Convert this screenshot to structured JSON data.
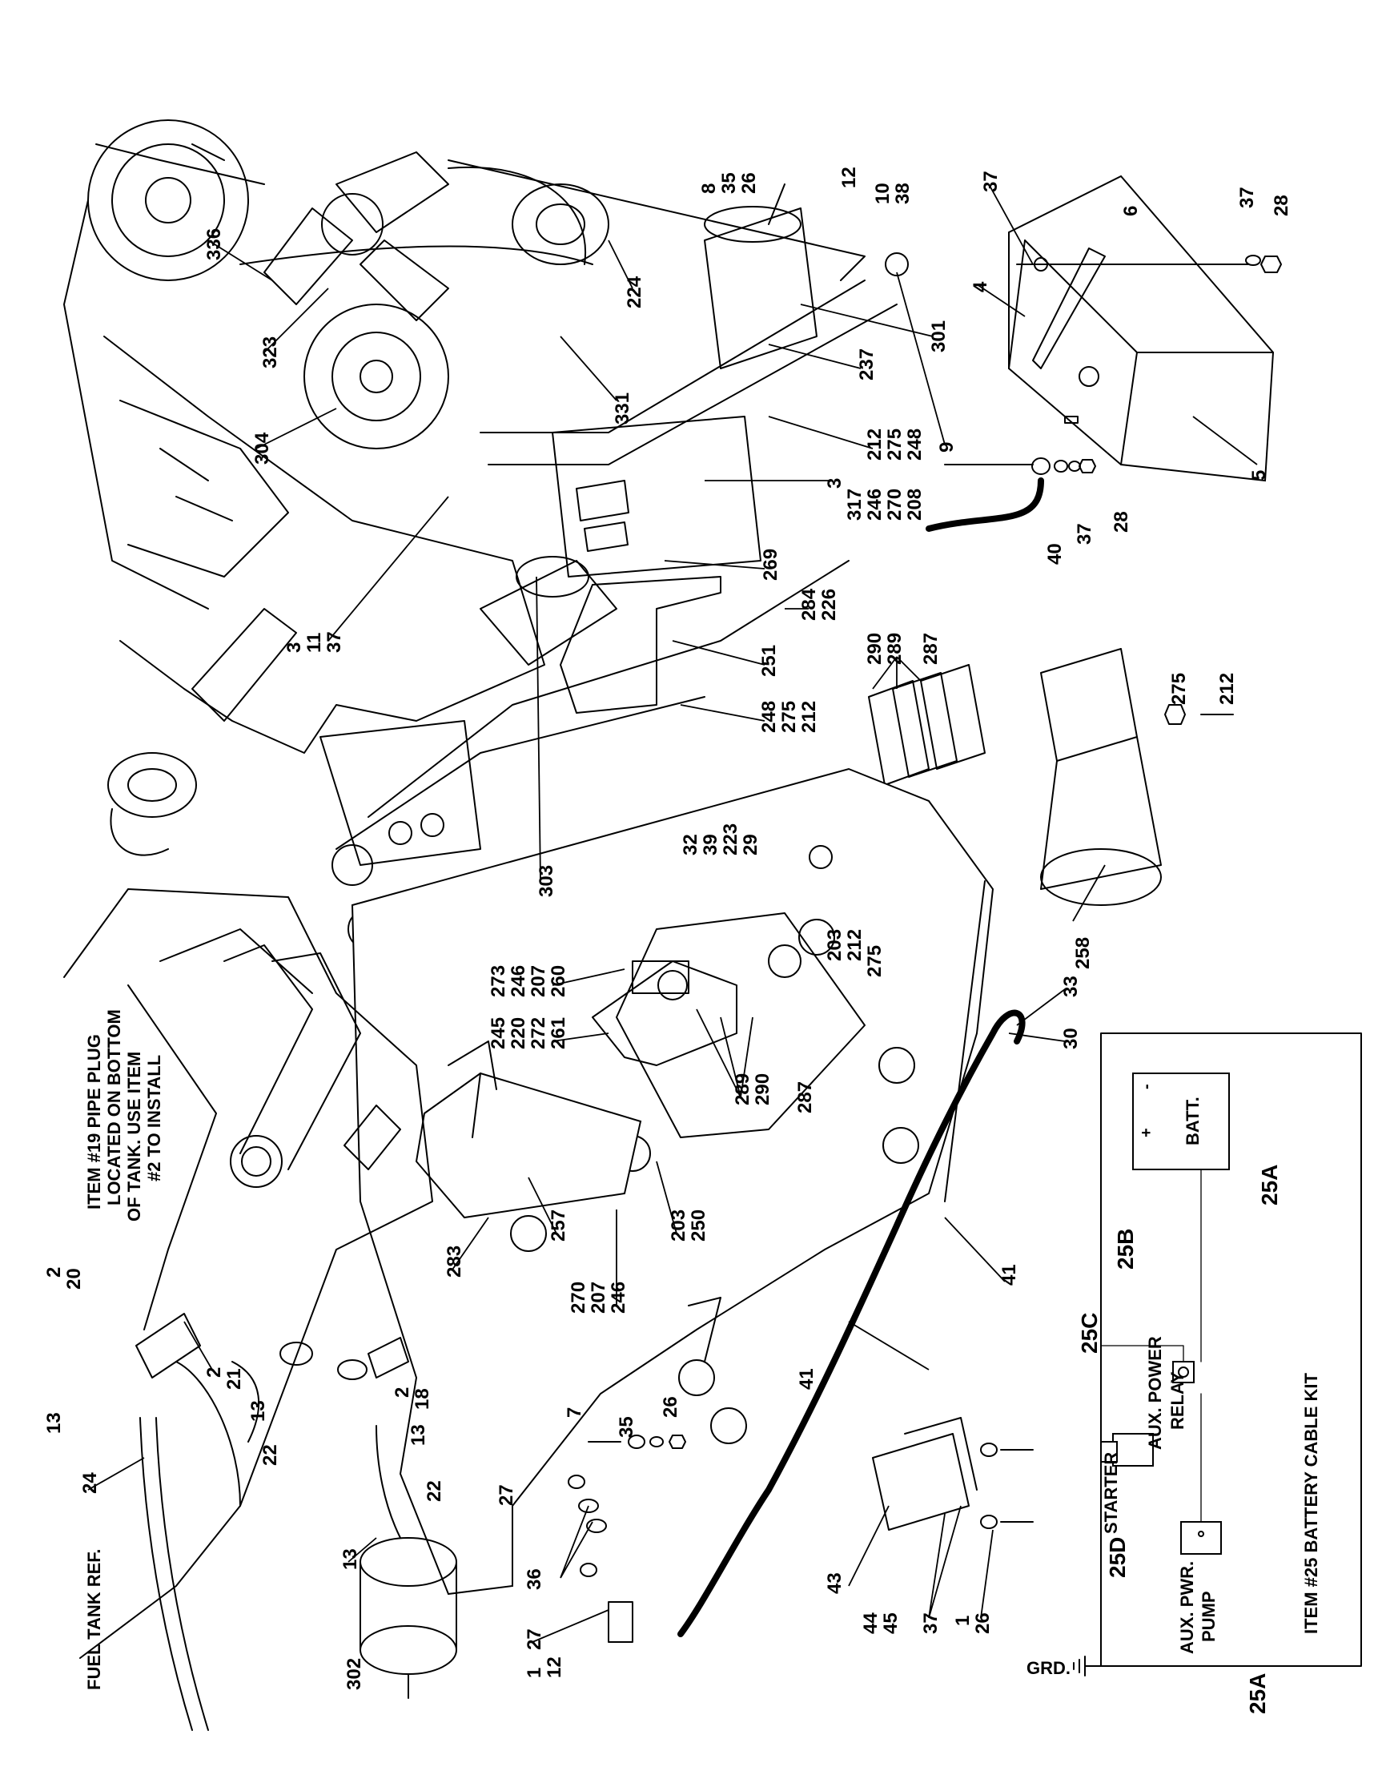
{
  "notes": {
    "pipe_plug": [
      "ITEM #19 PIPE PLUG",
      "LOCATED ON BOTTOM",
      "OF TANK.  USE ITEM",
      "#2 TO INSTALL"
    ],
    "fuel_tank_ref": "FUEL TANK REF.",
    "kit_title": "ITEM #25 BATTERY CABLE KIT"
  },
  "schematic": {
    "batt": "BATT.",
    "plus": "+",
    "minus": "-",
    "relay": [
      "AUX. POWER",
      "RELAY"
    ],
    "starter": "STARTER",
    "pump": [
      "AUX. PWR.",
      "PUMP"
    ],
    "grd": "GRD.",
    "cable_labels": [
      "25A",
      "25B",
      "25C",
      "25D",
      "25A"
    ]
  },
  "callouts": [
    "336",
    "323",
    "304",
    "331",
    "224",
    "8",
    "35",
    "26",
    "12",
    "10",
    "38",
    "301",
    "237",
    "212",
    "275",
    "248",
    "3",
    "317",
    "246",
    "270",
    "208",
    "269",
    "284",
    "226",
    "251",
    "248",
    "275",
    "212",
    "3",
    "11",
    "37",
    "303",
    "32",
    "39",
    "223",
    "29",
    "37",
    "6",
    "37",
    "28",
    "4",
    "5",
    "9",
    "40",
    "37",
    "28",
    "290",
    "289",
    "287",
    "275",
    "212",
    "258",
    "245",
    "220",
    "272",
    "261",
    "273",
    "246",
    "207",
    "260",
    "203",
    "212",
    "275",
    "33",
    "30",
    "289",
    "290",
    "287",
    "203",
    "250",
    "257",
    "283",
    "270",
    "207",
    "246",
    "41",
    "2",
    "20",
    "2",
    "21",
    "13",
    "22",
    "2",
    "18",
    "13",
    "13",
    "24",
    "13",
    "22",
    "302",
    "7",
    "35",
    "26",
    "27",
    "36",
    "27",
    "1",
    "12",
    "41",
    "43",
    "44",
    "45",
    "37",
    "1",
    "26"
  ]
}
